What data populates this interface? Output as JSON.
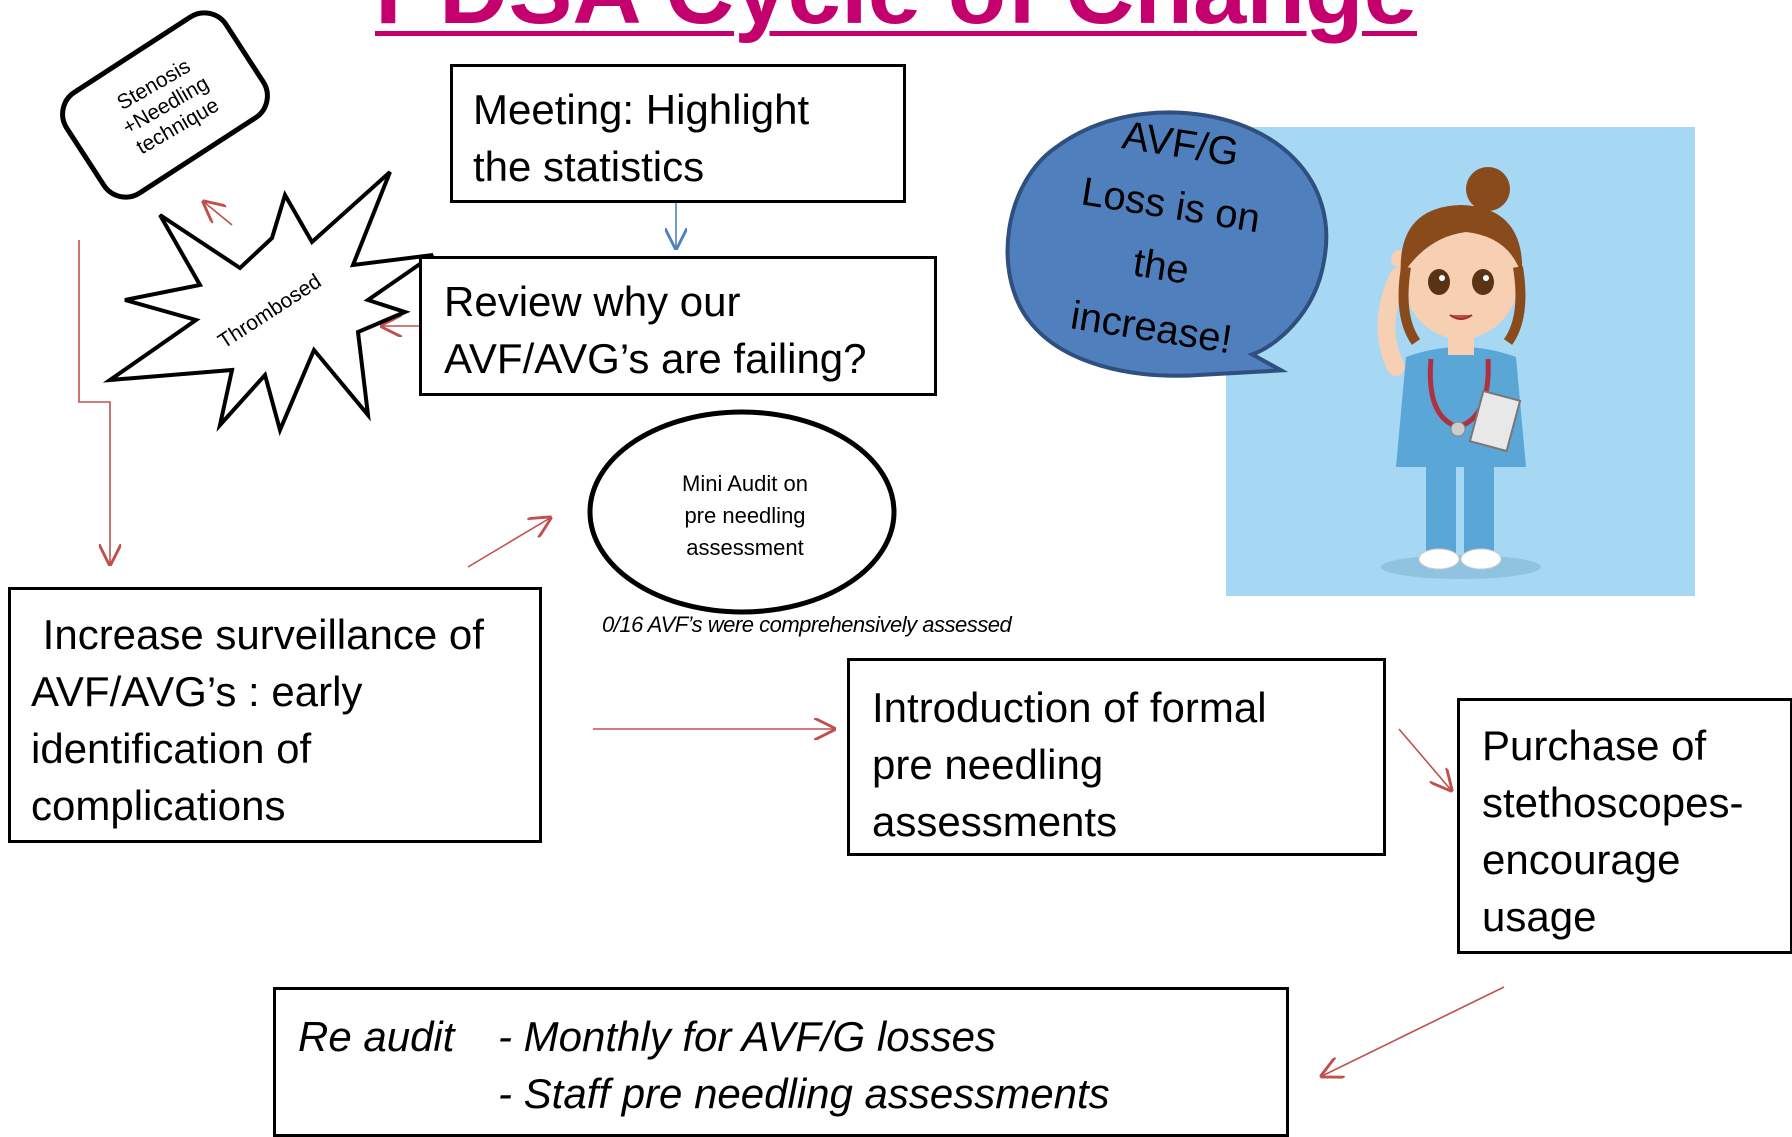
{
  "title": "PDSA Cycle of Change",
  "shapes": {
    "stenosis": [
      "Stenosis",
      "+Needling",
      "technique"
    ],
    "thrombosed": "Thrombosed",
    "speech_bubble": [
      "AVF/G",
      "Loss is on",
      "the",
      "increase!"
    ],
    "mini_audit": [
      "Mini Audit on",
      "pre needling",
      "assessment"
    ]
  },
  "boxes": {
    "meeting": [
      "Meeting: Highlight",
      "the statistics"
    ],
    "review": [
      "Review why our",
      "AVF/AVG’s are failing?"
    ],
    "surveillance": [
      " Increase surveillance of",
      "AVF/AVG’s : early",
      "identification of",
      "complications"
    ],
    "introduction": [
      "Introduction of formal",
      "pre needling",
      "assessments"
    ],
    "purchase": [
      "Purchase of",
      "stethoscopes-",
      "encourage",
      "usage"
    ],
    "reaudit": {
      "label": "Re audit",
      "line1": "- Monthly for AVF/G losses",
      "line2": "- Staff pre needling assessments"
    }
  },
  "audit_note": "0/16 AVF’s were comprehensively assessed",
  "colors": {
    "title": "#c4006e",
    "arrow_red": "#c0504d",
    "arrow_blue": "#4f81bd",
    "bubble_fill": "#4f7fbd",
    "bubble_stroke": "#2f4f7f",
    "panel_bg": "#a6d8f4"
  },
  "icons": {
    "nurse": "cartoon-nurse-with-stethoscope-and-clipboard"
  }
}
